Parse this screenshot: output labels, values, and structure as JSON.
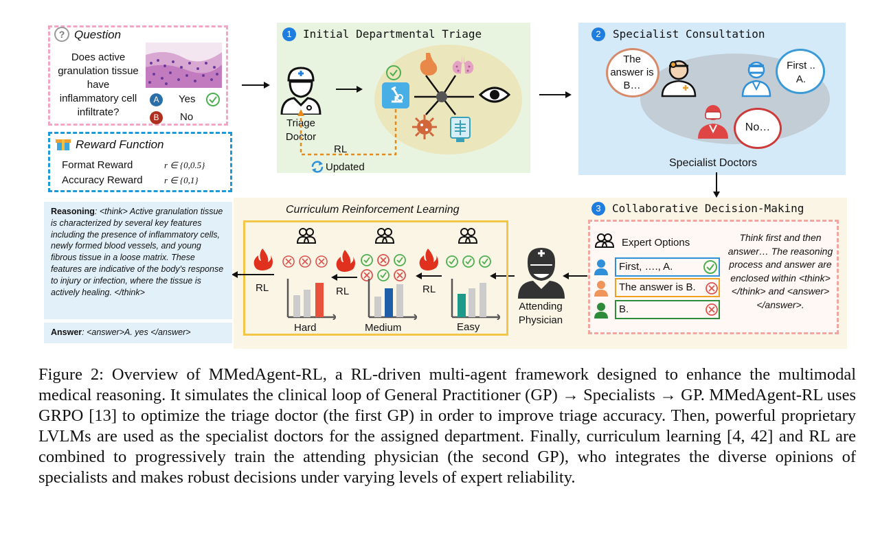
{
  "question": {
    "title": "Question",
    "text": "Does active granulation tissue have inflammatory cell infiltrate?",
    "opt_a_letter": "A",
    "opt_a": "Yes",
    "opt_b_letter": "B",
    "opt_b": "No"
  },
  "reward": {
    "title": "Reward Function",
    "format_label": "Format Reward",
    "format_formula": "r ∈ {0,0.5}",
    "accuracy_label": "Accuracy Reward",
    "accuracy_formula": "r ∈ {0,1}"
  },
  "triage": {
    "num": "1",
    "title": "Initial Departmental Triage",
    "doctor_label": "Triage Doctor",
    "rl_label": "RL",
    "updated_label": "Updated"
  },
  "specialist": {
    "num": "2",
    "title": "Specialist Consultation",
    "bubble1": "The answer is B…",
    "bubble2": "First .. A.",
    "bubble3": "No…",
    "caption": "Specialist Doctors"
  },
  "collab": {
    "num": "3",
    "title": "Collaborative Decision-Making",
    "expert_options": "Expert Options",
    "opt1": "First, …., A.",
    "opt2": "The answer is B.",
    "opt3": "B.",
    "instruction": "Think first and then answer… The reasoning process and answer are enclosed within <think></think> and <answer></answer>.",
    "colors": {
      "opt1": "#2f8fd8",
      "opt2": "#f0a020",
      "opt3": "#2e8b3a"
    }
  },
  "curriculum": {
    "title": "Curriculum Reinforcement Learning",
    "hard": "Hard",
    "medium": "Medium",
    "easy": "Easy",
    "rl": "RL",
    "attending_label": "Attending Physician"
  },
  "output": {
    "reasoning_label": "Reasoning",
    "reasoning_text": ": <think> Active granulation tissue is characterized by several key features including the presence of inflammatory cells, newly formed blood vessels, and young fibrous tissue in a loose matrix. These features are indicative of the body's response to injury or infection, where the tissue is actively healing. </think>",
    "answer_label": "Answer",
    "answer_text": ": <answer>A. yes </answer>"
  },
  "caption": "Figure 2: Overview of MMedAgent-RL, a RL-driven multi-agent framework designed to enhance the multimodal medical reasoning. It simulates the clinical loop of General Practitioner (GP) → Specialists → GP. MMedAgent-RL uses GRPO [13] to optimize the triage doctor (the first GP) in order to improve triage accuracy. Then, powerful proprietary LVLMs are used as the specialist doctors for the assigned department. Finally, curriculum learning [4, 42] and RL are combined to progressively train the attending physician (the second GP), who integrates the diverse opinions of specialists and makes robust decisions under varying levels of expert reliability."
}
